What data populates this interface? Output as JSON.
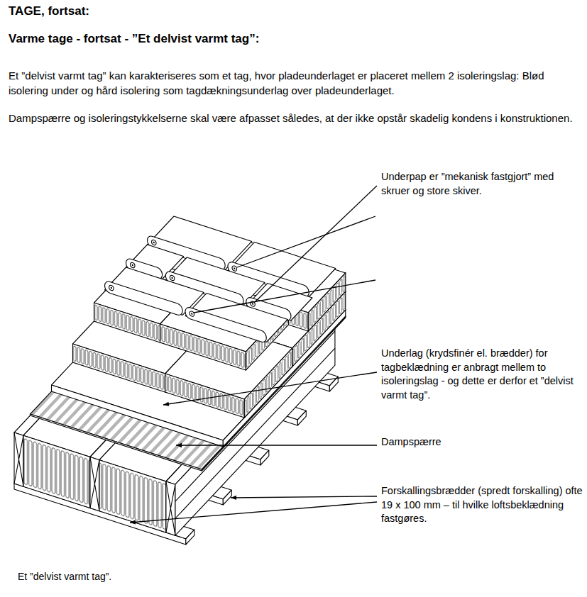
{
  "diagram": {
    "title": "TAGE, fortsat:",
    "caption": "Et ”delvist varmt tag”.",
    "labels": [
      "Varme tage - fortsat - ”Et delvist varmt tag”:",
      "Et ”delvist varmt tag” kan karakteriseres som et tag, hvor pladeunderlaget er placeret mellem 2 isoleringslag: Blød isolering under og hård isolering som tagdækningsunderlag over pladeunderlaget.",
      "Dampspærre og isoleringstykkelserne skal være afpasset således, at der ikke opstår skadelig kondens i konstruktionen.",
      "Underpap er ”mekanisk fastgjort” med skruer og store skiver.",
      "Underlag (krydsfinér el. brædder) for tagbeklædning er anbragt mellem to isoleringslag - og dette er derfor et ”delvist varmt tag”.",
      "Dampspærre",
      "Forskallingsbrædder (spredt forskalling) ofte 19 x 100 mm – til hvilke loftsbeklædning fastgøres."
    ]
  }
}
